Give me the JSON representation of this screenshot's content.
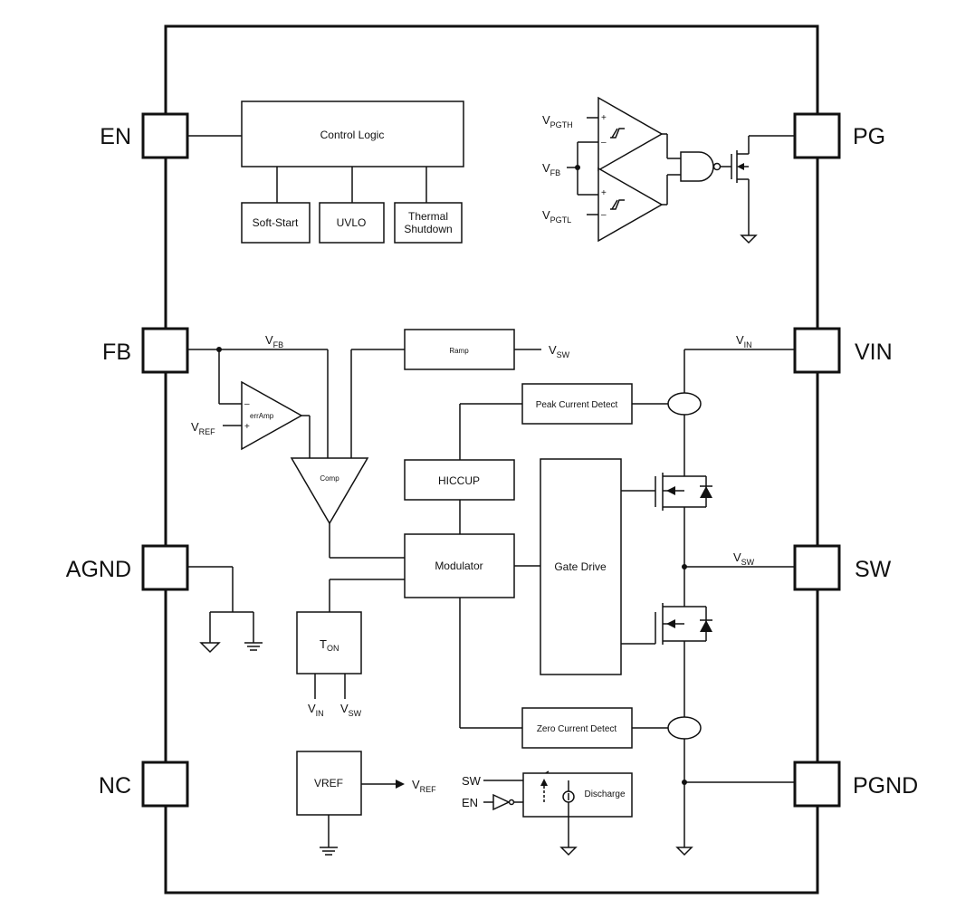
{
  "pins": {
    "en": "EN",
    "fb": "FB",
    "agnd": "AGND",
    "nc": "NC",
    "pg": "PG",
    "vin": "VIN",
    "sw": "SW",
    "pgnd": "PGND"
  },
  "blocks": {
    "control_logic": "Control Logic",
    "soft_start": "Soft-Start",
    "uvlo": "UVLO",
    "thermal_line1": "Thermal",
    "thermal_line2": "Shutdown",
    "ramp": "Ramp",
    "err_amp": "errAmp",
    "comp": "Comp",
    "peak_current_detect": "Peak Current Detect",
    "hiccup": "HICCUP",
    "modulator": "Modulator",
    "gate_drive": "Gate Drive",
    "zero_current_detect": "Zero Current Detect",
    "vref": "VREF",
    "discharge": "Discharge",
    "ton_main": "T",
    "ton_sub": "ON"
  },
  "signals": {
    "v": "V",
    "sub_pgth": "PGTH",
    "sub_pgtl": "PGTL",
    "sub_fb": "FB",
    "sub_ref": "REF",
    "sub_sw": "SW",
    "sub_in": "IN",
    "sw_label": "SW",
    "en_label": "EN"
  }
}
